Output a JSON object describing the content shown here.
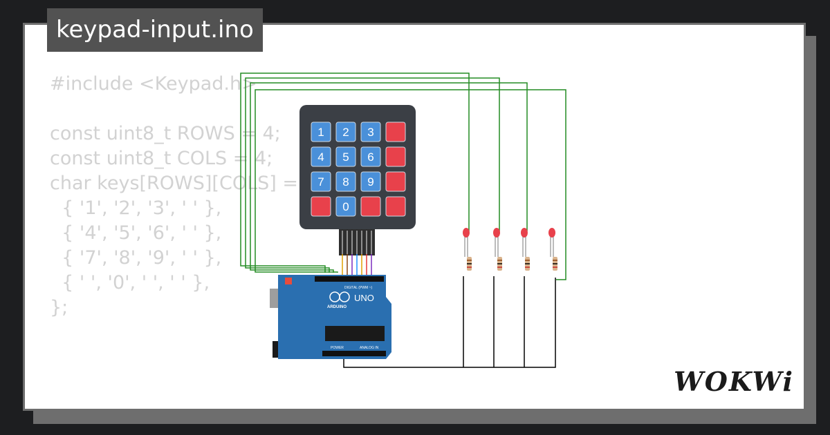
{
  "title": "keypad-input.ino",
  "code_lines": [
    "#include <Keypad.h>",
    "",
    "const uint8_t ROWS = 4;",
    "const uint8_t COLS = 4;",
    "char keys[ROWS][COLS] = {",
    "  { '1', '2', '3', ' ' },",
    "  { '4', '5', '6', ' ' },",
    "  { '7', '8', '9', ' ' },",
    "  { ' ', '0', ' ', ' ' },",
    "};"
  ],
  "keypad": {
    "keys": [
      [
        "1",
        "2",
        "3",
        ""
      ],
      [
        "4",
        "5",
        "6",
        ""
      ],
      [
        "7",
        "8",
        "9",
        ""
      ],
      [
        "",
        "0",
        "",
        ""
      ]
    ],
    "key_blue": "#4a90d9",
    "key_red": "#e8414b",
    "body_color": "#3b3f45"
  },
  "board": {
    "model": "UNO",
    "brand": "ARDUINO",
    "digital_label": "DIGITAL (PWM ~)",
    "power_label": "POWER",
    "analog_label": "ANALOG IN",
    "color": "#2a6fb0"
  },
  "led_count": 4,
  "colors": {
    "wire_green": "#228b22",
    "wire_black": "#000000",
    "led_red": "#e8414b"
  },
  "logo": "WOKWi"
}
